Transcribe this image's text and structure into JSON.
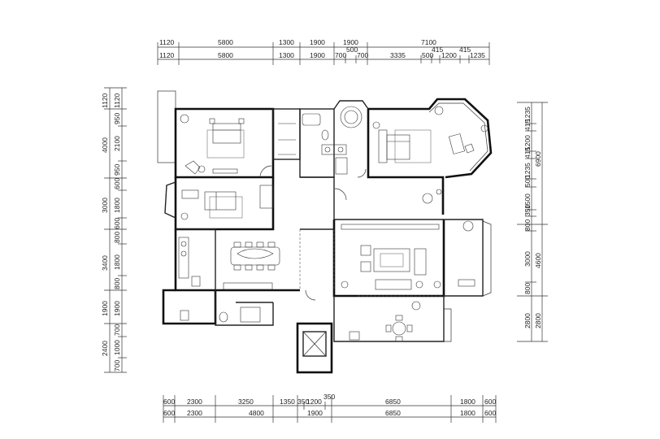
{
  "dimensions": {
    "top_outer": [
      "1120",
      "5800",
      "1300",
      "1900",
      "1900",
      "7100"
    ],
    "top_inner": [
      "1120",
      "5800",
      "1300",
      "1900",
      "700",
      "500",
      "700",
      "3335",
      "500",
      "415",
      "1200",
      "415",
      "1235"
    ],
    "bottom_outer": [
      "600",
      "2300",
      "4800",
      "1900",
      "6850",
      "1800",
      "600"
    ],
    "bottom_inner": [
      "600",
      "2300",
      "3250",
      "1350",
      "350",
      "1200",
      "350",
      "6850",
      "1800",
      "600"
    ],
    "left_outer": [
      "1120",
      "4000",
      "3000",
      "3400",
      "1900",
      "2400"
    ],
    "left_inner": [
      "1120",
      "950",
      "2100",
      "950",
      "600",
      "1800",
      "600",
      "800",
      "1800",
      "800",
      "1900",
      "700",
      "1000",
      "700"
    ],
    "right_outer": [
      "6900",
      "4600",
      "2800"
    ],
    "right_inner": [
      "1235",
      "415",
      "1200",
      "415",
      "1235",
      "500",
      "1500",
      "350",
      "800",
      "3000",
      "800",
      "2800"
    ]
  }
}
